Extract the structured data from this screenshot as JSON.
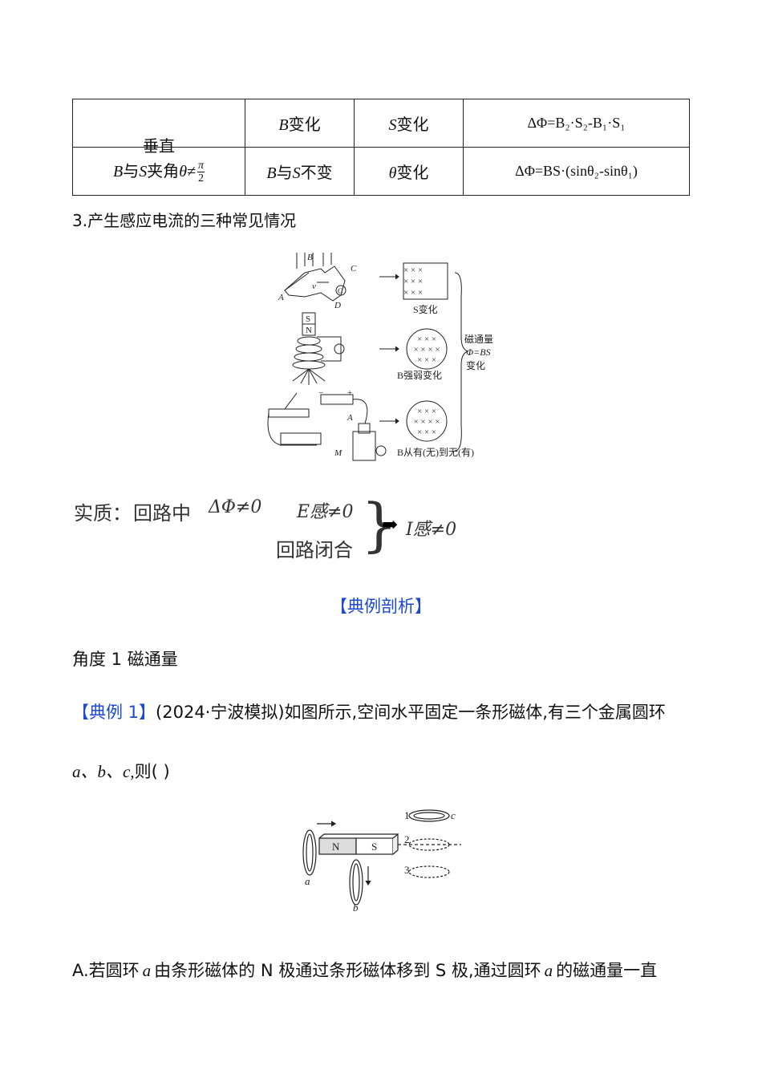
{
  "table": {
    "row1": {
      "label": "垂直",
      "col2_var": "B",
      "col2_text": "变化",
      "col3_var": "S",
      "col3_text": "变化",
      "formula": "ΔΦ=B₂·S₂-B₁·S₁"
    },
    "row2": {
      "label_prefix_var": "B",
      "label_mid": "与",
      "label_var2": "S",
      "label_text": "夹角",
      "label_theta": "θ≠",
      "frac_num": "π",
      "frac_den": "2",
      "col2_var": "B",
      "col2_mid": "与",
      "col2_var2": "S",
      "col2_text": "不变",
      "col3_var": "θ",
      "col3_text": "变化",
      "formula": "ΔΦ=BS·(sinθ₂-sinθ₁)"
    }
  },
  "section3_heading": "3.产生感应电流的三种常见情况",
  "figure1": {
    "labels": {
      "B": "B",
      "v": "v",
      "C": "C",
      "A": "A",
      "D": "D",
      "G": "G",
      "S": "S",
      "N": "N",
      "plus": "+",
      "minus": "−",
      "A2": "A",
      "M": "M"
    },
    "caption_S": "S变化",
    "caption_B": "B强弱变化",
    "caption_B2": "B从有(无)到无(有)",
    "brace_l1": "磁通量",
    "brace_l2": "Φ=BS",
    "brace_l3": "变化"
  },
  "essence": {
    "label": "实质：",
    "line1_a": "回路中",
    "line1_b": "ΔΦ≠0",
    "line1_c": "E感≠0",
    "line2": "回路闭合",
    "result": "I感≠0"
  },
  "example_analysis_title": "【典例剖析】",
  "angle_title": "角度 1    磁通量",
  "example1": {
    "tag": "【典例 1】",
    "text": "(2024·宁波模拟)如图所示,空间水平固定一条形磁体,有三个金属圆环",
    "line2_vars": "a、b、c,",
    "line2_text": "则(        )"
  },
  "figure2": {
    "labels": {
      "N": "N",
      "S": "S",
      "a": "a",
      "b": "b",
      "c": "c",
      "n1": "1",
      "n2": "2",
      "n3": "3"
    }
  },
  "optionA": {
    "prefix": "A.若圆环",
    "var1": "a",
    "mid": "由条形磁体的 N 极通过条形磁体移到 S 极,通过圆环",
    "var2": "a",
    "tail": "的磁通量一直"
  }
}
